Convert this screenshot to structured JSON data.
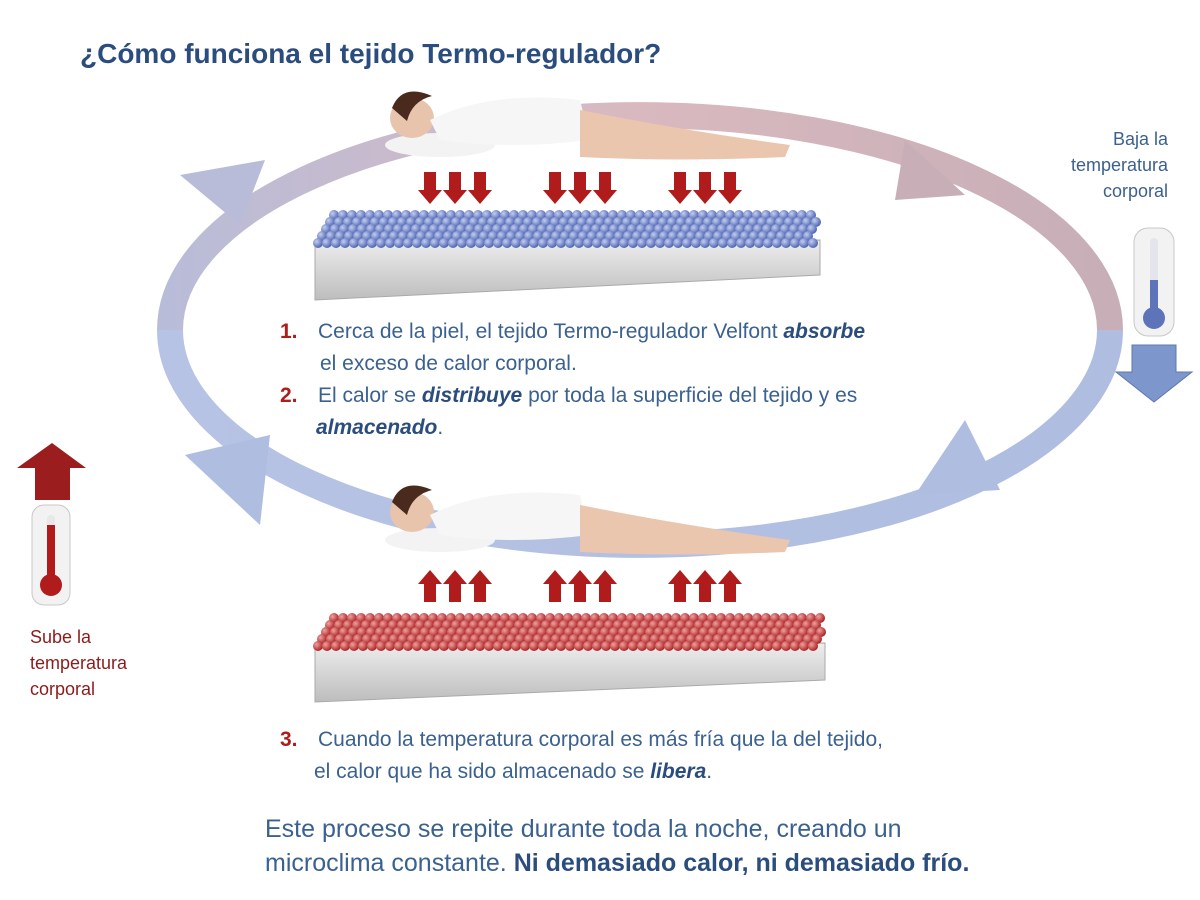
{
  "title": "¿Cómo funciona el tejido Termo-regulador?",
  "right_label": {
    "line1": "Baja la",
    "line2": "temperatura",
    "line3": "corporal"
  },
  "left_label": {
    "line1": "Sube la",
    "line2": "temperatura",
    "line3": "corporal"
  },
  "steps": [
    {
      "number": "1.",
      "text_a": "Cerca de la piel, el tejido Termo-regulador Velfont ",
      "emphasis": "absorbe",
      "text_b": "el exceso de calor corporal."
    },
    {
      "number": "2.",
      "text_a": "El calor se ",
      "emphasis": "distribuye",
      "text_b": " por toda la superficie del tejido y es",
      "emphasis2": "almacenado",
      "text_c": "."
    },
    {
      "number": "3.",
      "text_a": "Cuando la temperatura corporal es más fría que la del tejido,",
      "text_b": "el calor que ha sido almacenado se ",
      "emphasis": "libera",
      "text_c": "."
    }
  ],
  "footer": {
    "line1": "Este proceso se repite durante toda la noche, creando un",
    "line2a": "microclima constante. ",
    "line2b": "Ni demasiado calor, ni demasiado frío."
  },
  "colors": {
    "title": "#2b4d7e",
    "text": "#3b6190",
    "number": "#b01c1c",
    "warm": "#8c1c1c",
    "cool_dots": "#5a72c0",
    "warm_dots": "#c02a2a"
  }
}
